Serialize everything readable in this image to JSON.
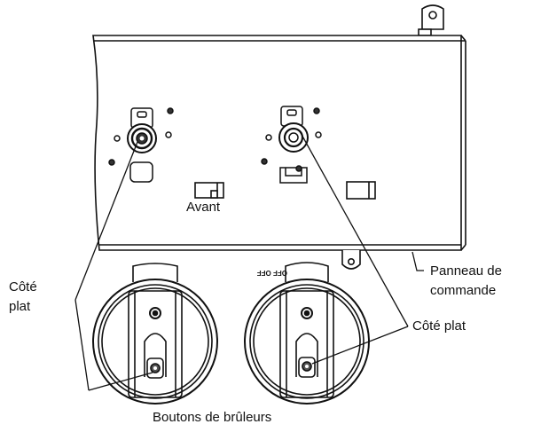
{
  "labels": {
    "front": "Avant",
    "flat_side_left_line1": "Côté",
    "flat_side_left_line2": "plat",
    "flat_side_right": "Côté plat",
    "control_panel_line1": "Panneau de",
    "control_panel_line2": "commande",
    "burner_knobs": "Boutons de brûleurs",
    "knob_marking": "OFF OFF"
  }
}
